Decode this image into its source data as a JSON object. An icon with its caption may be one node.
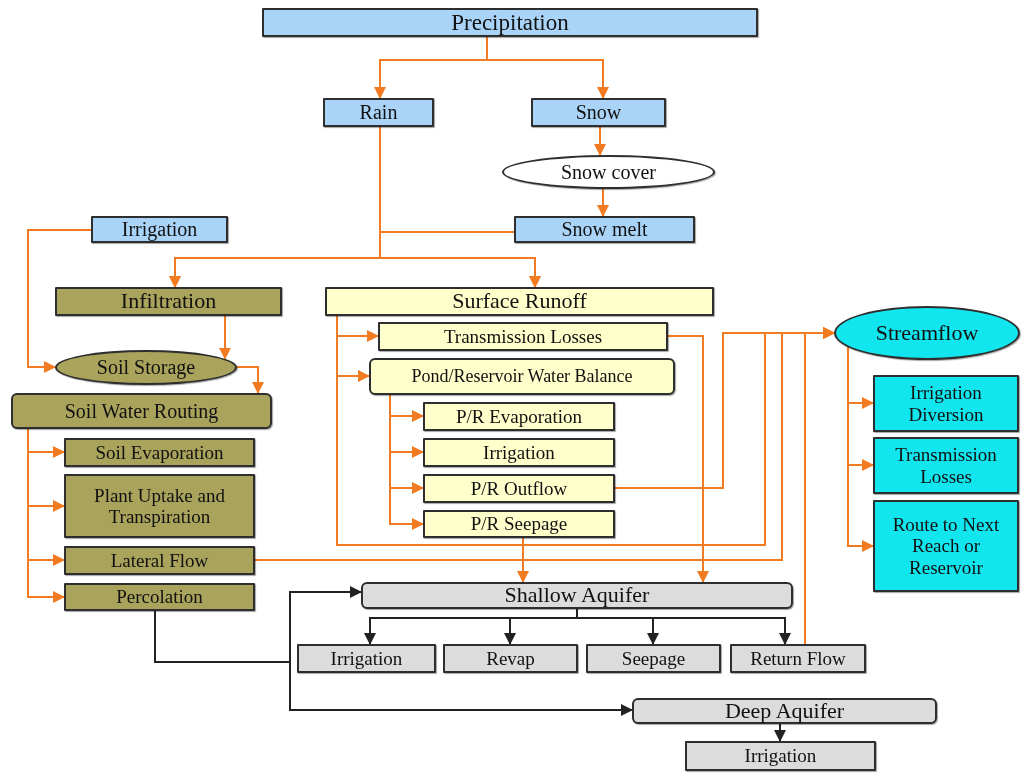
{
  "diagram": {
    "nodes": [
      {
        "text": [
          "Precipitation"
        ]
      },
      {
        "text": [
          "Rain"
        ]
      },
      {
        "text": [
          "Snow"
        ]
      },
      {
        "text": [
          "Snow cover"
        ]
      },
      {
        "text": [
          "Irrigation"
        ]
      },
      {
        "text": [
          "Snow melt"
        ]
      },
      {
        "text": [
          "Infiltration"
        ]
      },
      {
        "text": [
          "Surface Runoff"
        ]
      },
      {
        "text": [
          "Transmission Losses"
        ]
      },
      {
        "text": [
          "Streamflow"
        ]
      },
      {
        "text": [
          "Soil Storage"
        ]
      },
      {
        "text": [
          "Pond/Reservoir Water Balance"
        ]
      },
      {
        "text": [
          "Irrigation Diversion"
        ]
      },
      {
        "text": [
          "Soil Water Routing"
        ]
      },
      {
        "text": [
          "P/R Evaporation"
        ]
      },
      {
        "text": [
          "Soil Evaporation"
        ]
      },
      {
        "text": [
          "Irrigation"
        ]
      },
      {
        "text": [
          "Transmission Losses"
        ]
      },
      {
        "text": [
          "Plant Uptake and Transpiration"
        ]
      },
      {
        "text": [
          "P/R Outflow"
        ]
      },
      {
        "text": [
          "Route to Next Reach or Reservoir"
        ]
      },
      {
        "text": [
          "P/R Seepage"
        ]
      },
      {
        "text": [
          "Lateral Flow"
        ]
      },
      {
        "text": [
          "Percolation"
        ]
      },
      {
        "text": [
          "Shallow Aquifer"
        ]
      },
      {
        "text": [
          "Irrigation"
        ]
      },
      {
        "text": [
          "Revap"
        ]
      },
      {
        "text": [
          "Seepage"
        ]
      },
      {
        "text": [
          "Return Flow"
        ]
      },
      {
        "text": [
          "Deep Aquifer"
        ]
      },
      {
        "text": [
          "Irrigation"
        ]
      }
    ],
    "edges": [
      {
        "from": 0,
        "to": 1,
        "arrow": "to"
      },
      {
        "from": 0,
        "to": 2,
        "arrow": "to"
      },
      {
        "from": 2,
        "to": 3,
        "arrow": "to"
      },
      {
        "from": 3,
        "to": 5,
        "arrow": "to"
      },
      {
        "from": 1,
        "to": 6,
        "arrow": "to"
      },
      {
        "from": 1,
        "to": 7,
        "arrow": "to"
      },
      {
        "from": 5,
        "to": 6,
        "arrow": "to"
      },
      {
        "from": 5,
        "to": 7,
        "arrow": "to"
      },
      {
        "from": 4,
        "to": 10,
        "arrow": "to"
      },
      {
        "from": 6,
        "to": 10,
        "arrow": "to"
      },
      {
        "from": 10,
        "to": 13,
        "arrow": "to"
      },
      {
        "from": 13,
        "to": 15,
        "arrow": "to"
      },
      {
        "from": 13,
        "to": 18,
        "arrow": "to"
      },
      {
        "from": 13,
        "to": 22,
        "arrow": "to"
      },
      {
        "from": 13,
        "to": 23,
        "arrow": "to"
      },
      {
        "from": 7,
        "to": 8,
        "arrow": "to"
      },
      {
        "from": 7,
        "to": 11,
        "arrow": "to"
      },
      {
        "from": 7,
        "to": 9,
        "arrow": "to"
      },
      {
        "from": 11,
        "to": 14,
        "arrow": "to"
      },
      {
        "from": 11,
        "to": 16,
        "arrow": "to"
      },
      {
        "from": 11,
        "to": 19,
        "arrow": "to"
      },
      {
        "from": 11,
        "to": 21,
        "arrow": "to"
      },
      {
        "from": 8,
        "to": 24,
        "arrow": "to"
      },
      {
        "from": 19,
        "to": 9,
        "arrow": "to"
      },
      {
        "from": 21,
        "to": 24,
        "arrow": "to"
      },
      {
        "from": 22,
        "to": 9,
        "arrow": "to"
      },
      {
        "from": 28,
        "to": 9,
        "arrow": "to"
      },
      {
        "from": 9,
        "to": 12,
        "arrow": "to"
      },
      {
        "from": 9,
        "to": 17,
        "arrow": "to"
      },
      {
        "from": 9,
        "to": 20,
        "arrow": "to"
      },
      {
        "from": 23,
        "to": 24,
        "arrow": "to",
        "color": "#222222"
      },
      {
        "from": 23,
        "to": 29,
        "arrow": "to",
        "color": "#222222"
      },
      {
        "from": 24,
        "to": 25,
        "arrow": "to",
        "color": "#222222"
      },
      {
        "from": 24,
        "to": 26,
        "arrow": "to",
        "color": "#222222"
      },
      {
        "from": 24,
        "to": 27,
        "arrow": "to",
        "color": "#222222"
      },
      {
        "from": 24,
        "to": 28,
        "arrow": "to",
        "color": "#222222"
      },
      {
        "from": 29,
        "to": 30,
        "arrow": "to",
        "color": "#222222"
      }
    ]
  }
}
